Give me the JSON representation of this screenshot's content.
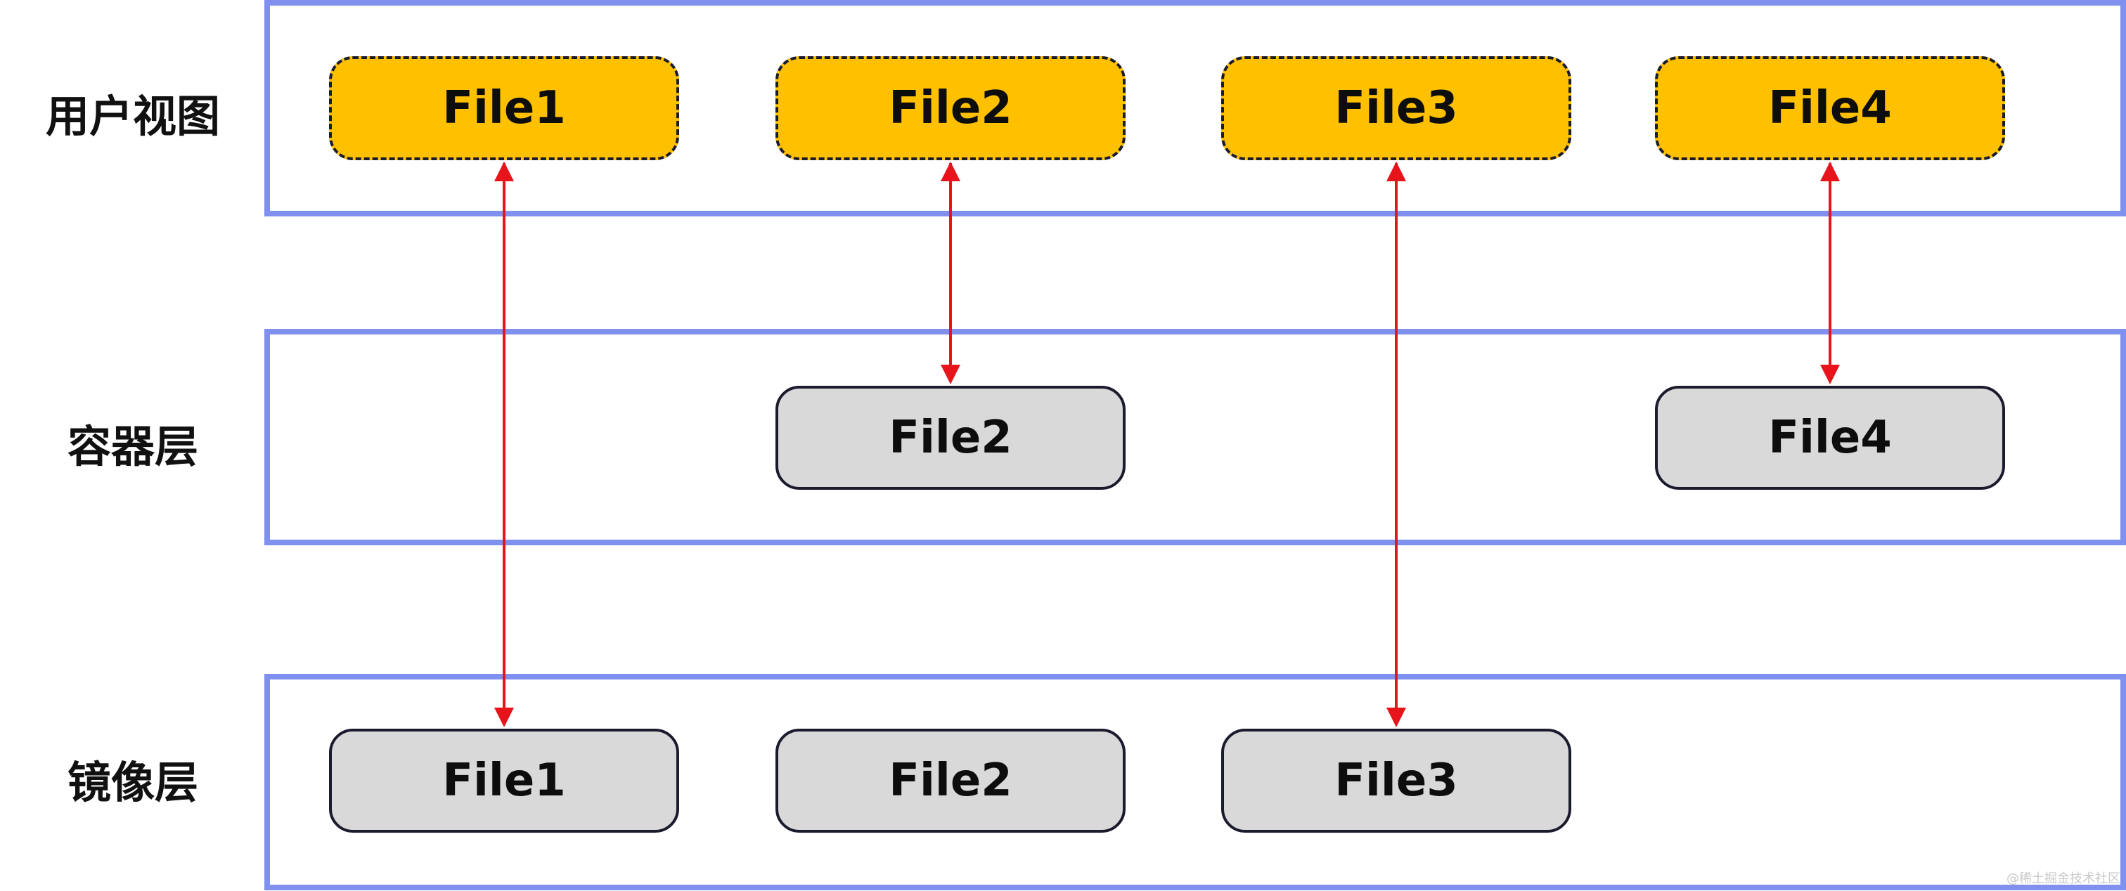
{
  "layers": {
    "user_view": {
      "label": "用户视图"
    },
    "container": {
      "label": "容器层"
    },
    "image": {
      "label": "镜像层"
    }
  },
  "user_view_files": [
    "File1",
    "File2",
    "File3",
    "File4"
  ],
  "container_files": [
    "File2",
    "File4"
  ],
  "image_files": [
    "File1",
    "File2",
    "File3"
  ],
  "links": [
    {
      "from": "user_view.File1",
      "to": "image.File1"
    },
    {
      "from": "user_view.File2",
      "to": "container.File2"
    },
    {
      "from": "user_view.File3",
      "to": "image.File3"
    },
    {
      "from": "user_view.File4",
      "to": "container.File4"
    }
  ],
  "colors": {
    "band_border": "#7f90ee",
    "view_fill": "#ffc000",
    "layer_fill": "#d9d9d9",
    "box_border": "#1b1b2e",
    "arrow": "#e8141c"
  },
  "watermark": "@稀土掘金技术社区"
}
